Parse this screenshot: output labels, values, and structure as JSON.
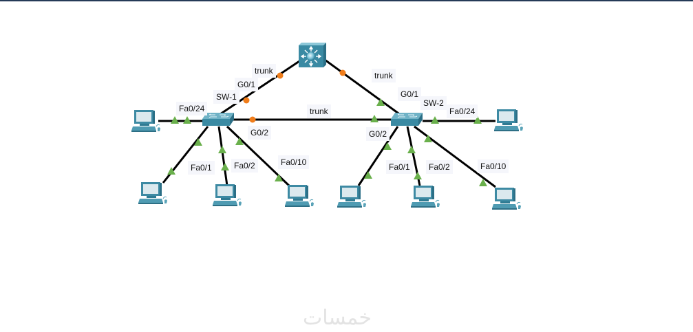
{
  "window": {
    "accent_bar_color": "#253a57"
  },
  "colors": {
    "link": "#000000",
    "port_up": "#6ab04c",
    "port_trunk": "#f07d1b",
    "device_body": "#3a8aa3",
    "label_bg": "#f5f6fb"
  },
  "devices": [
    {
      "id": "core",
      "type": "multilayer-switch",
      "name": ""
    },
    {
      "id": "sw1",
      "type": "switch",
      "name": "SW-1"
    },
    {
      "id": "sw2",
      "type": "switch",
      "name": "SW-2"
    },
    {
      "id": "pc1",
      "type": "pc",
      "name": ""
    },
    {
      "id": "pc2",
      "type": "pc",
      "name": ""
    },
    {
      "id": "pc3",
      "type": "pc",
      "name": ""
    },
    {
      "id": "pc4",
      "type": "pc",
      "name": ""
    },
    {
      "id": "pc5",
      "type": "pc",
      "name": ""
    },
    {
      "id": "pc6",
      "type": "pc",
      "name": ""
    },
    {
      "id": "pc7",
      "type": "pc",
      "name": ""
    },
    {
      "id": "pc8",
      "type": "pc",
      "name": ""
    }
  ],
  "links": [
    {
      "from": "core",
      "to": "sw1",
      "label": "trunk",
      "port": "G0/1",
      "state": "trunk"
    },
    {
      "from": "core",
      "to": "sw2",
      "label": "trunk",
      "port": "G0/1",
      "state": "mixed"
    },
    {
      "from": "sw1",
      "to": "sw2",
      "label": "trunk",
      "port_a": "G0/2",
      "port_b": "G0/2",
      "state": "mixed"
    },
    {
      "from": "sw1",
      "to": "pc1",
      "port": "Fa0/24",
      "state": "up"
    },
    {
      "from": "sw1",
      "to": "pc2",
      "port": "Fa0/1",
      "state": "up"
    },
    {
      "from": "sw1",
      "to": "pc3",
      "port": "Fa0/2",
      "state": "up"
    },
    {
      "from": "sw1",
      "to": "pc4",
      "port": "Fa0/10",
      "state": "up"
    },
    {
      "from": "sw2",
      "to": "pc5",
      "port": "Fa0/24",
      "state": "up"
    },
    {
      "from": "sw2",
      "to": "pc6",
      "port": "Fa0/1",
      "state": "up"
    },
    {
      "from": "sw2",
      "to": "pc7",
      "port": "Fa0/2",
      "state": "up"
    },
    {
      "from": "sw2",
      "to": "pc8",
      "port": "Fa0/10",
      "state": "up"
    }
  ],
  "labels": {
    "trunk_sw1_core": "trunk",
    "trunk_sw2_core": "trunk",
    "trunk_sw1_sw2": "trunk",
    "sw1_name": "SW-1",
    "sw1_g01": "G0/1",
    "sw1_g02": "G0/2",
    "sw1_fa024": "Fa0/24",
    "sw1_fa01": "Fa0/1",
    "sw1_fa02": "Fa0/2",
    "sw1_fa010": "Fa0/10",
    "sw2_name": "SW-2",
    "sw2_g01": "G0/1",
    "sw2_g02": "G0/2",
    "sw2_fa024": "Fa0/24",
    "sw2_fa01": "Fa0/1",
    "sw2_fa02": "Fa0/2",
    "sw2_fa010": "Fa0/10"
  },
  "watermark": "خمسات"
}
